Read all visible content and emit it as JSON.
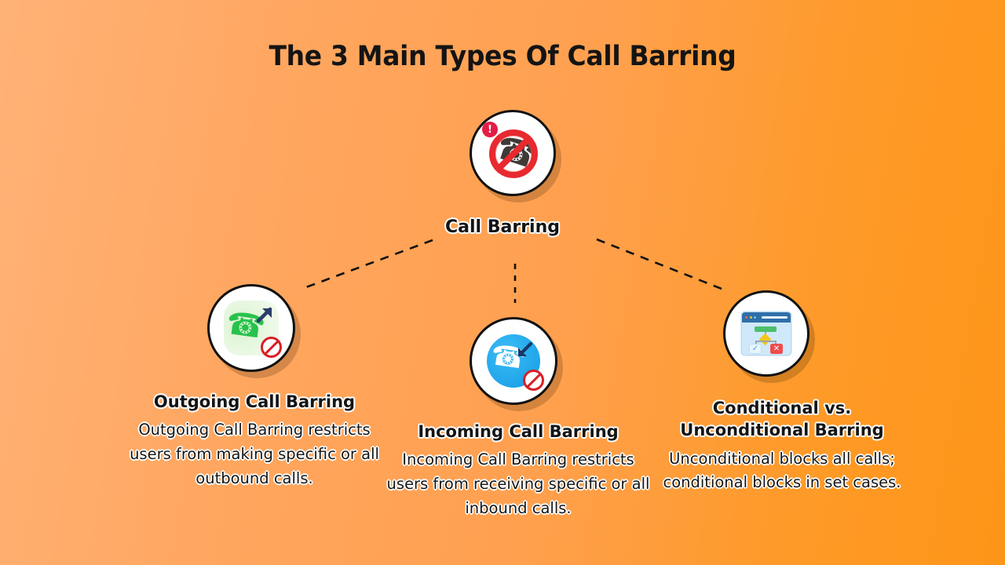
{
  "page": {
    "title": "The 3 Main Types Of Call Barring",
    "background_from": "#ffb277",
    "background_to": "#fd9517"
  },
  "root": {
    "label": "Call Barring",
    "icon": "phone-prohibited-icon",
    "alert_mark": "!"
  },
  "branches": [
    {
      "id": "outgoing",
      "icon": "outgoing-call-blocked-icon",
      "heading": "Outgoing Call Barring",
      "body": "Outgoing Call Barring restricts users from making specific or all outbound calls.",
      "accent": "#27c24c"
    },
    {
      "id": "incoming",
      "icon": "incoming-call-blocked-icon",
      "heading": "Incoming Call Barring",
      "body": "Incoming Call Barring restricts users from receiving specific or all inbound calls.",
      "accent": "#23a8ec"
    },
    {
      "id": "conditional",
      "icon": "flowchart-browser-icon",
      "heading_line1": "Conditional vs.",
      "heading_line2": "Unconditional Barring",
      "heading": "Conditional vs. Unconditional Barring",
      "body": "Unconditional blocks all calls; conditional blocks in set cases.",
      "accent": "#ef4b4b"
    }
  ],
  "connectors": {
    "style": "dashed",
    "color": "#111111",
    "count": 3
  }
}
